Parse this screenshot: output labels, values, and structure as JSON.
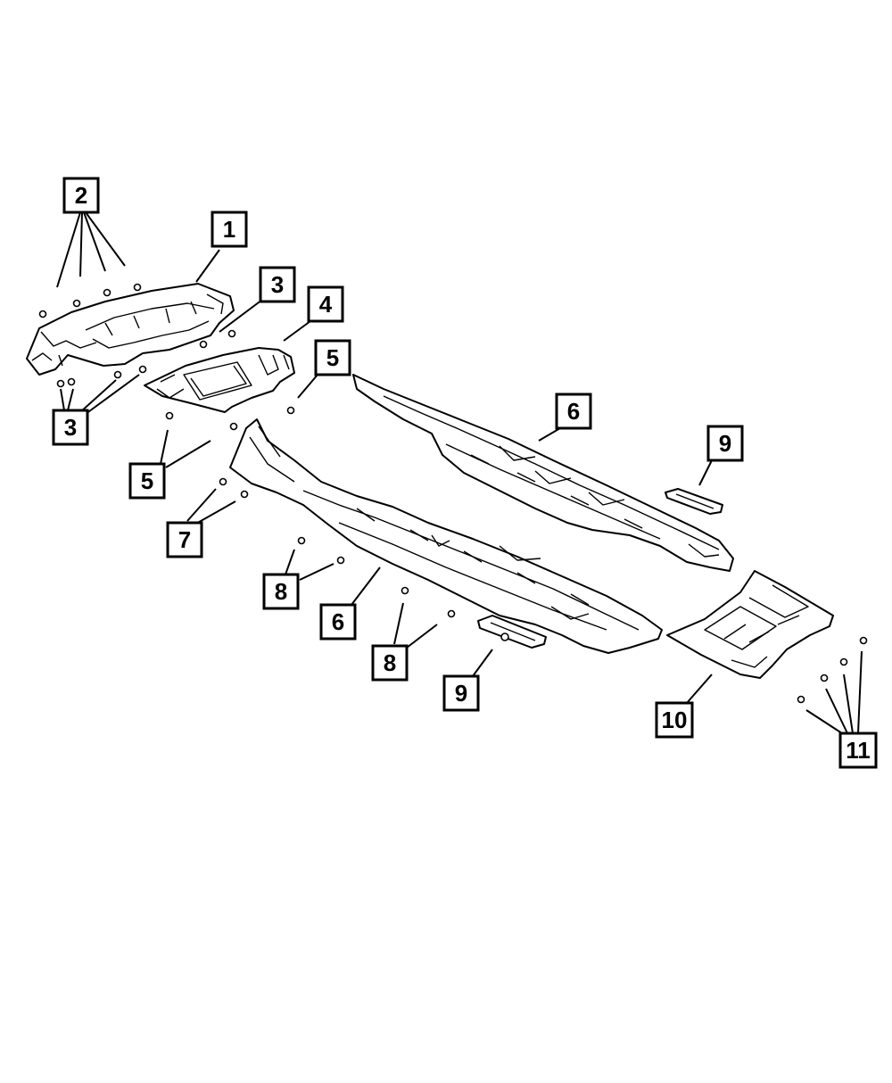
{
  "callouts": [
    {
      "id": "c2",
      "label": "2"
    },
    {
      "id": "c1",
      "label": "1"
    },
    {
      "id": "c3a",
      "label": "3"
    },
    {
      "id": "c4",
      "label": "4"
    },
    {
      "id": "c5a",
      "label": "5"
    },
    {
      "id": "c3b",
      "label": "3"
    },
    {
      "id": "c6a",
      "label": "6"
    },
    {
      "id": "c9a",
      "label": "9"
    },
    {
      "id": "c5b",
      "label": "5"
    },
    {
      "id": "c7",
      "label": "7"
    },
    {
      "id": "c8a",
      "label": "8"
    },
    {
      "id": "c6b",
      "label": "6"
    },
    {
      "id": "c8b",
      "label": "8"
    },
    {
      "id": "c9b",
      "label": "9"
    },
    {
      "id": "c10",
      "label": "10"
    },
    {
      "id": "c11",
      "label": "11"
    }
  ],
  "colors": {
    "line": "#000000",
    "background": "#ffffff"
  }
}
